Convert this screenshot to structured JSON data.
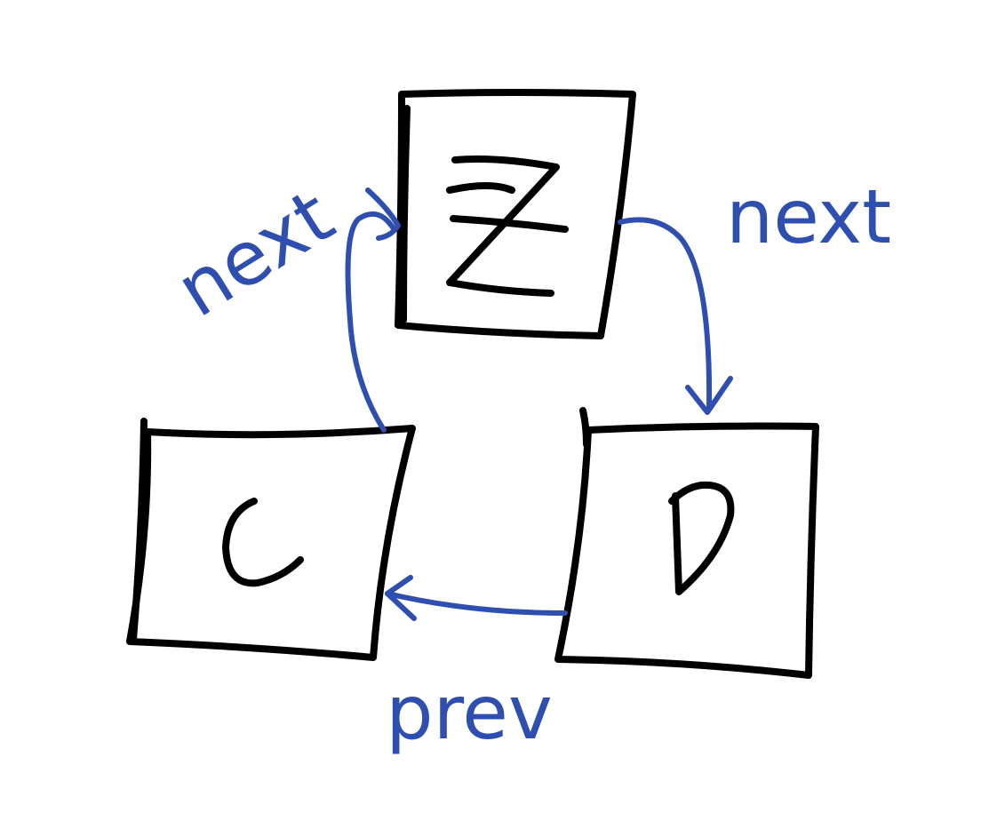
{
  "colors": {
    "ink": "#000000",
    "arrow": "#2f4fb0",
    "background": "#ffffff"
  },
  "nodes": [
    {
      "id": "Z",
      "label": "Z"
    },
    {
      "id": "C",
      "label": "C"
    },
    {
      "id": "D",
      "label": "D"
    }
  ],
  "edges": [
    {
      "from": "Z",
      "to": "D",
      "label": "next"
    },
    {
      "from": "C",
      "to": "Z",
      "label": "next"
    },
    {
      "from": "D",
      "to": "C",
      "label": "prev"
    }
  ]
}
